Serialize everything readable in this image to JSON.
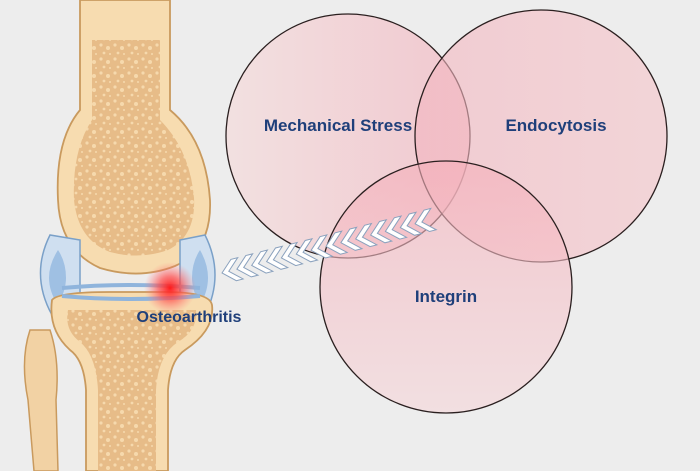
{
  "labels": {
    "mechanical_stress": "Mechanical Stress",
    "endocytosis": "Endocytosis",
    "integrin": "Integrin",
    "osteoarthritis": "Osteoarthritis"
  },
  "colors": {
    "background": "#ededed",
    "bone_outer": "#f7dcb0",
    "bone_inner": "#e4b985",
    "bone_outline": "#c99a5e",
    "cartilage": "#b9d3e9",
    "circle_fill": "#f2a6b3",
    "circle_stroke": "#2a1f1f",
    "inflammation": "#ff2b2b",
    "label_text": "#1f3f7a"
  },
  "icons": [
    "knee-joint-icon",
    "inflammation-spot-icon",
    "arrow-chevrons-icon"
  ]
}
